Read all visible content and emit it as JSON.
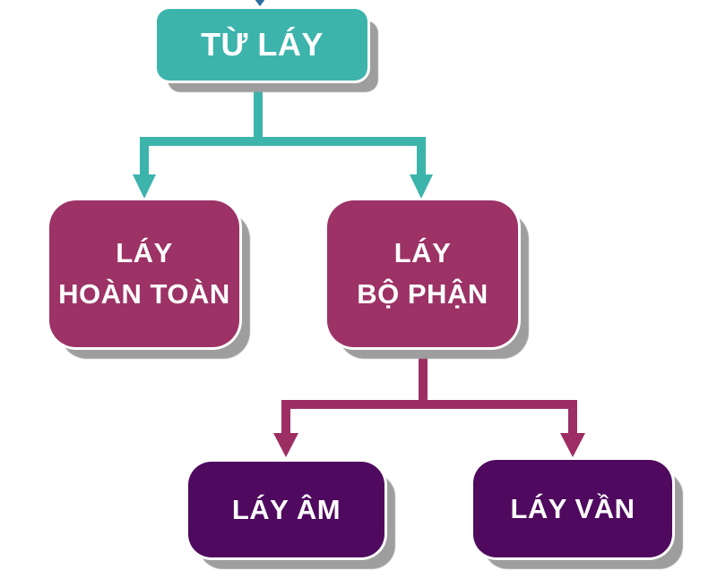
{
  "diagram": {
    "type": "tree",
    "root": {
      "label": "TỪ LÁY",
      "children": [
        {
          "lines": [
            "LÁY",
            "HOÀN TOÀN"
          ],
          "children": []
        },
        {
          "lines": [
            "LÁY",
            "BỘ PHẬN"
          ],
          "children": [
            {
              "label": "LÁY ÂM"
            },
            {
              "label": "LÁY VẦN"
            }
          ]
        }
      ]
    }
  },
  "icons": {
    "incoming_arrowhead": "down-arrowhead",
    "branch_arrowheads": "down-arrowhead",
    "leaf_arrowheads": "down-arrowhead"
  },
  "colors": {
    "teal": "#3CB4AC",
    "magenta": "#9C3266",
    "purple": "#4F0A5F",
    "crimson": "#9C2E64",
    "shadow": "#9E9E9E",
    "incoming-arrow": "#2E6DA4",
    "node-text": "#FFFFFF",
    "background": "#FFFFFF"
  }
}
